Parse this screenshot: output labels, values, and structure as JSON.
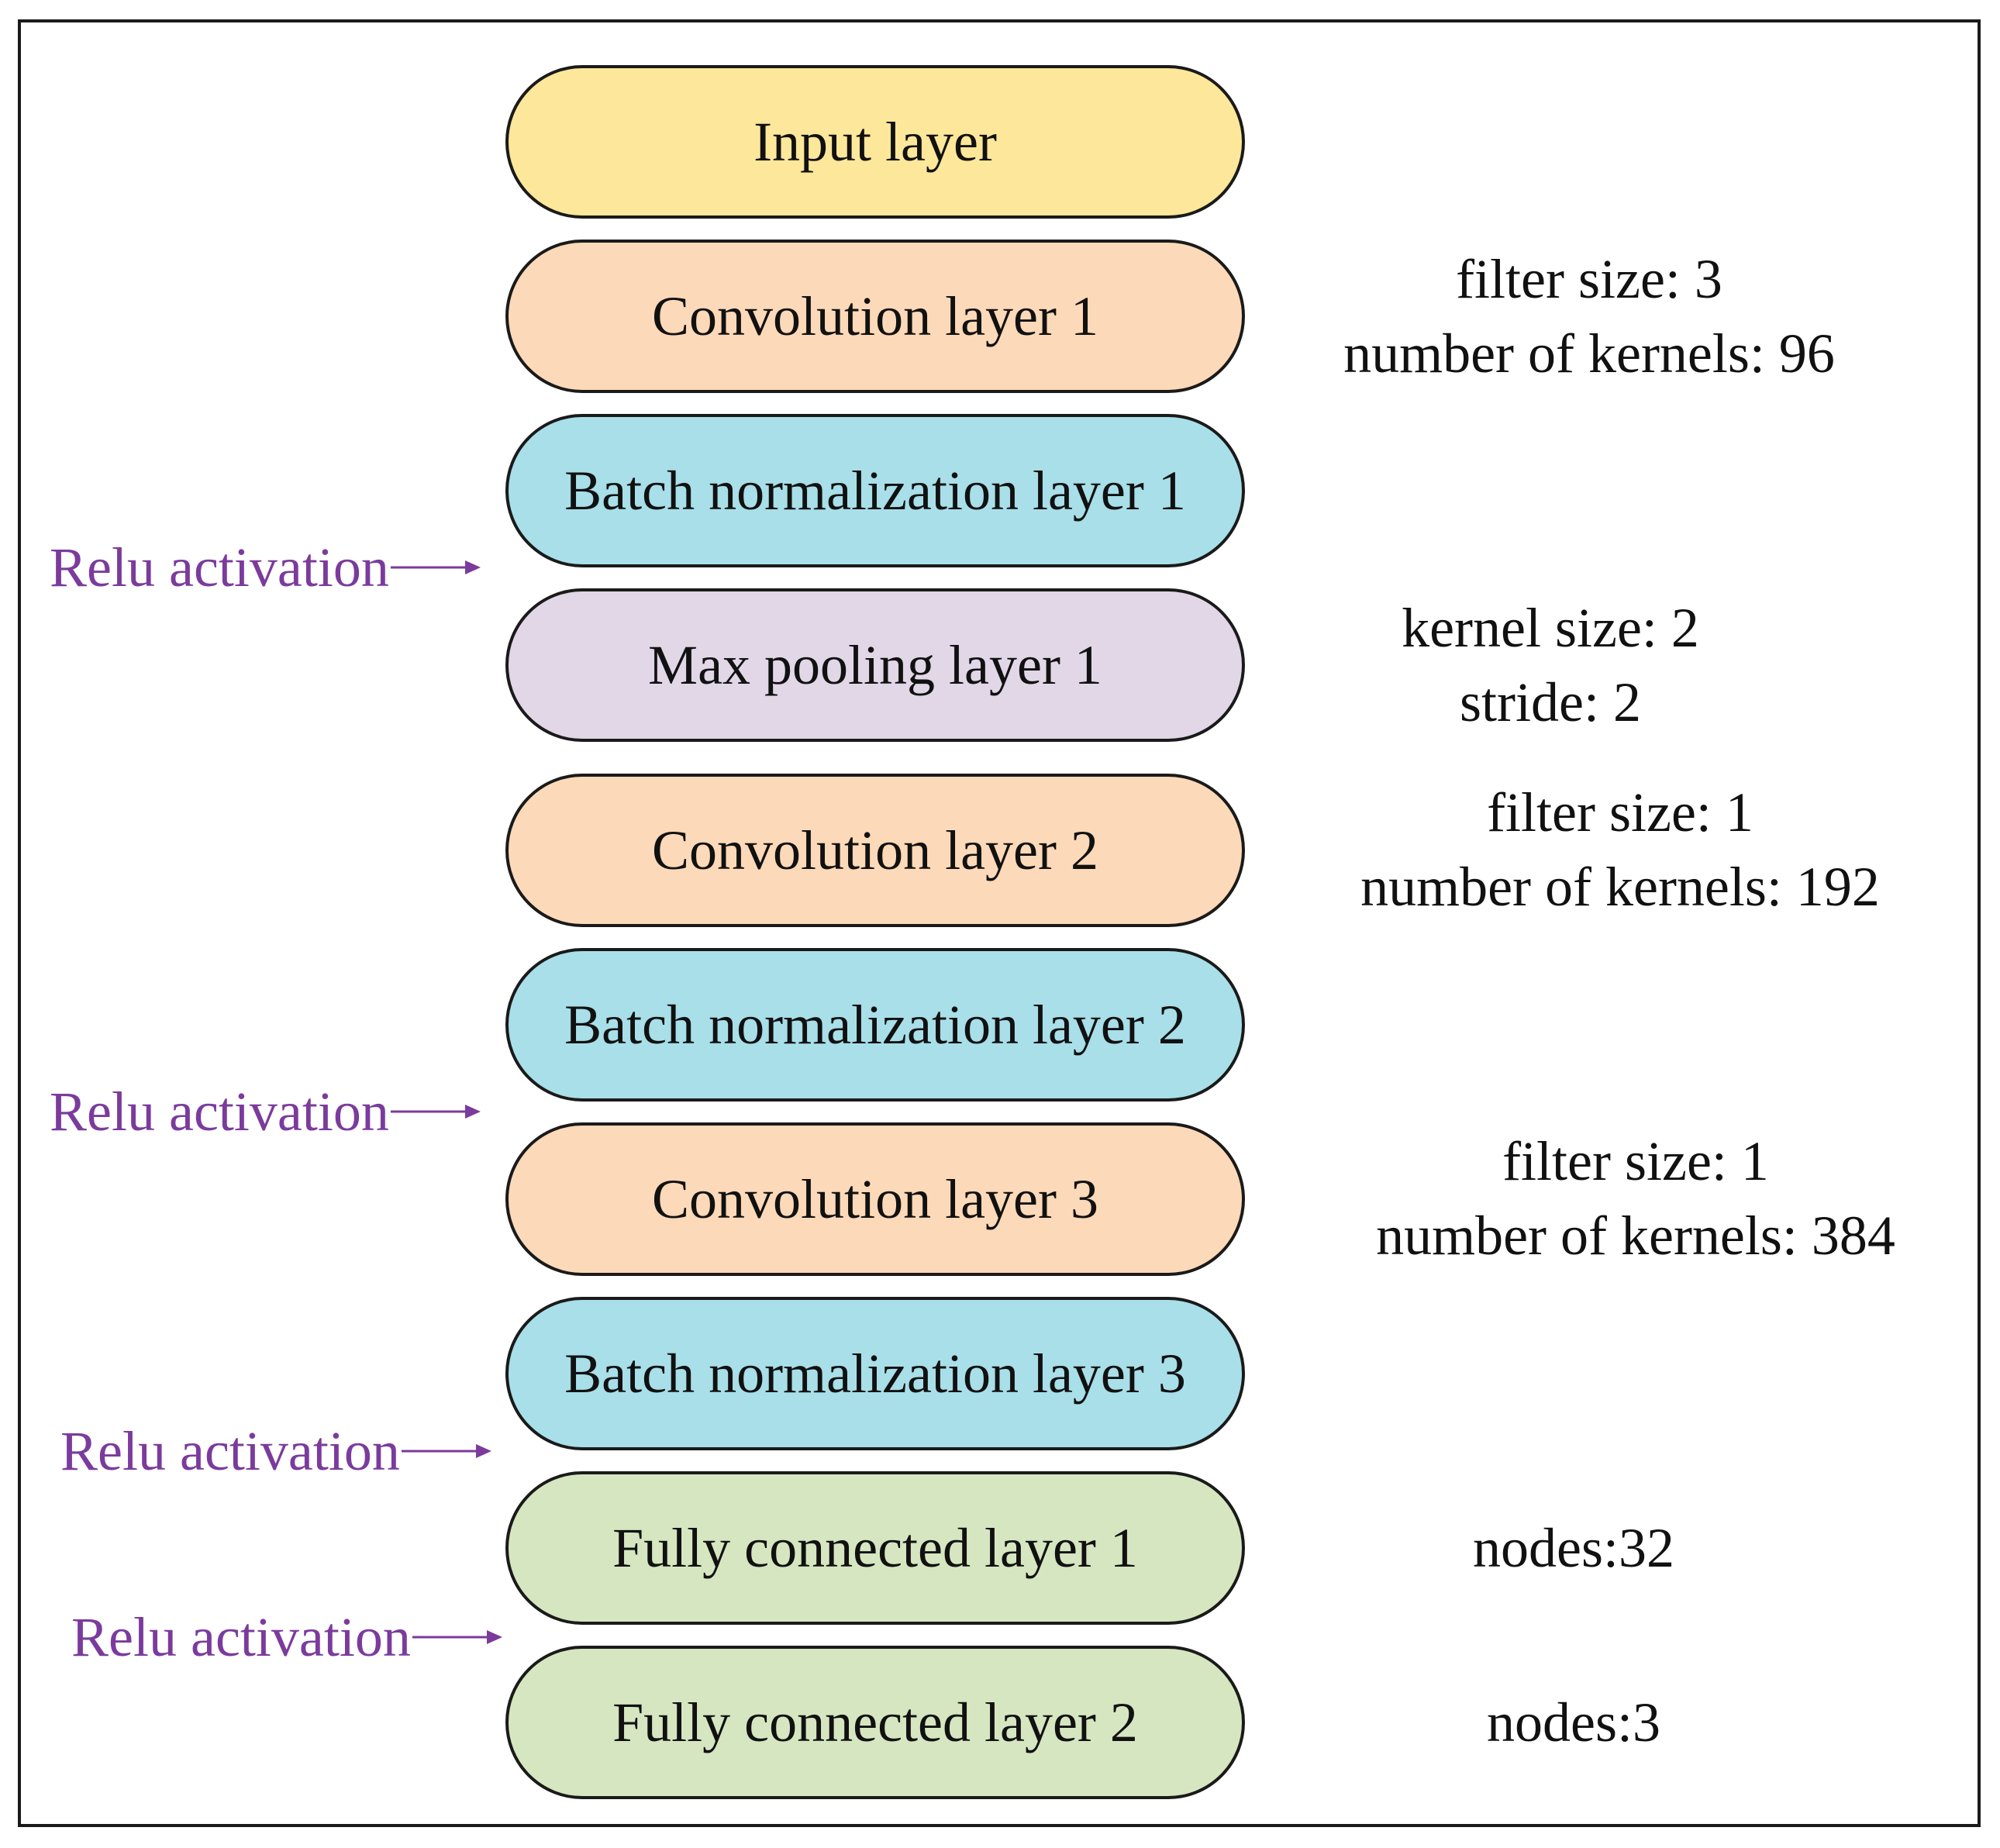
{
  "colors": {
    "input": "#fde79a",
    "convolution": "#fcd9b8",
    "batch_norm": "#a8dfe9",
    "max_pooling": "#e1d7e7",
    "fully_connected": "#d6e6c0",
    "activation_text": "#7b3b9c"
  },
  "layers": [
    {
      "label": "Input layer",
      "kind": "input"
    },
    {
      "label": "Convolution layer 1",
      "kind": "convolution"
    },
    {
      "label": "Batch normalization layer 1",
      "kind": "batch_norm"
    },
    {
      "label": "Max pooling layer 1",
      "kind": "max_pooling"
    },
    {
      "label": "Convolution layer 2",
      "kind": "convolution"
    },
    {
      "label": "Batch normalization layer 2",
      "kind": "batch_norm"
    },
    {
      "label": "Convolution layer 3",
      "kind": "convolution"
    },
    {
      "label": "Batch normalization layer 3",
      "kind": "batch_norm"
    },
    {
      "label": "Fully connected layer 1",
      "kind": "fully_connected"
    },
    {
      "label": "Fully connected layer 2",
      "kind": "fully_connected"
    }
  ],
  "params": [
    {
      "lines": [
        "filter size: 3",
        "number of kernels: 96"
      ]
    },
    {
      "lines": [
        "kernel size: 2",
        "stride: 2"
      ]
    },
    {
      "lines": [
        "filter size: 1",
        "number of kernels: 192"
      ]
    },
    {
      "lines": [
        "filter size: 1",
        "number of kernels: 384"
      ]
    },
    {
      "lines": [
        "nodes:32"
      ]
    },
    {
      "lines": [
        "nodes:3"
      ]
    }
  ],
  "activations": [
    {
      "label": "Relu activation"
    },
    {
      "label": "Relu activation"
    },
    {
      "label": "Relu activation"
    },
    {
      "label": "Relu activation"
    }
  ]
}
